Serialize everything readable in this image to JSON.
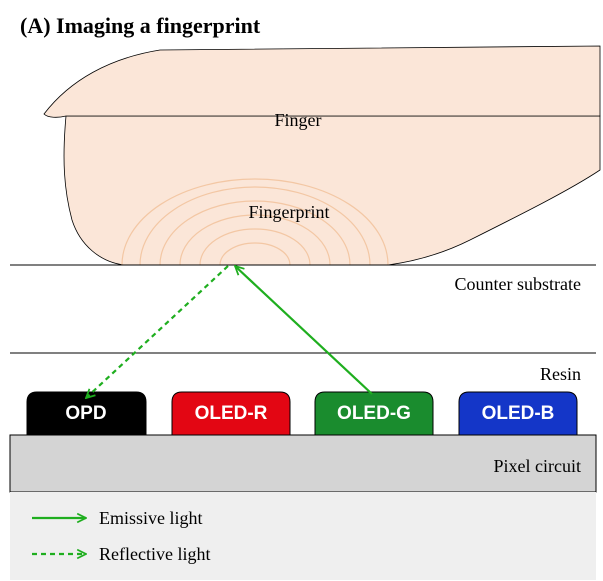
{
  "title": "(A) Imaging a fingerprint",
  "labels": {
    "finger": "Finger",
    "fingerprint": "Fingerprint",
    "counter_substrate": "Counter substrate",
    "resin": "Resin",
    "pixel_circuit": "Pixel circuit"
  },
  "pixels": [
    {
      "id": "opd",
      "label": "OPD",
      "color": "#000000"
    },
    {
      "id": "oled-r",
      "label": "OLED-R",
      "color": "#e30613"
    },
    {
      "id": "oled-g",
      "label": "OLED-G",
      "color": "#1a8c2e"
    },
    {
      "id": "oled-b",
      "label": "OLED-B",
      "color": "#1436c8"
    }
  ],
  "legend": {
    "emissive": "Emissive light",
    "reflective": "Reflective light"
  },
  "colors": {
    "finger_fill": "#fbe6d8",
    "ridge_stroke": "#f3c7a4",
    "light_green": "#1fae1f",
    "pixel_circuit_fill": "#d4d4d4",
    "legend_bg": "#efefef"
  }
}
